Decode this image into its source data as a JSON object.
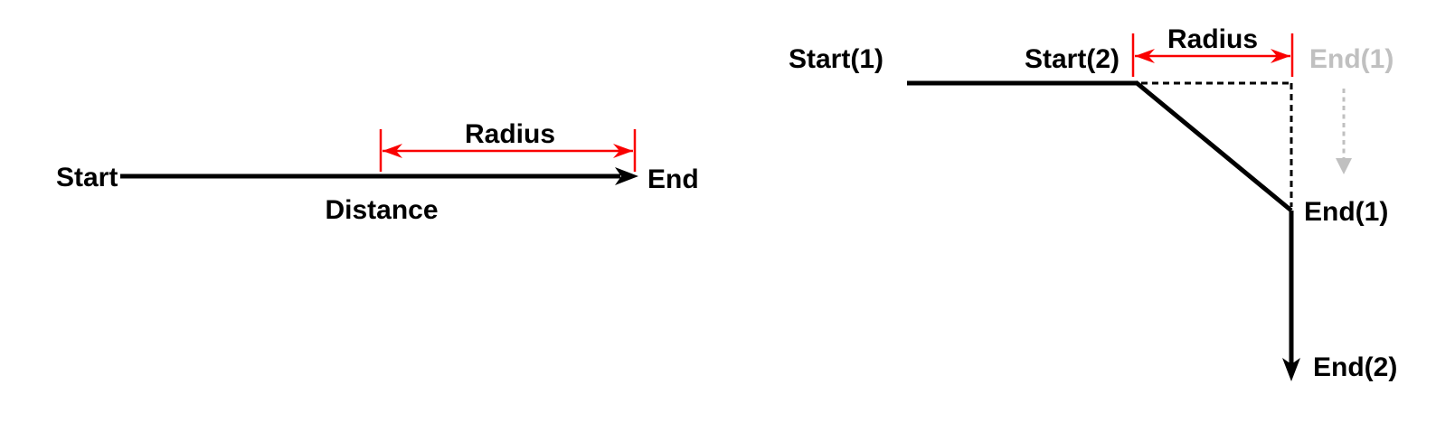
{
  "colors": {
    "line": "#000000",
    "measure": "#fa0000",
    "ghost": "#c0c0c0"
  },
  "left_diagram": {
    "start_label": "Start",
    "end_label": "End",
    "radius_label": "Radius",
    "distance_label": "Distance"
  },
  "right_diagram": {
    "start1_label": "Start(1)",
    "start2_label": "Start(2)",
    "radius_label": "Radius",
    "end1_original_label": "End(1)",
    "end1_moved_label": "End(1)",
    "end2_label": "End(2)"
  }
}
